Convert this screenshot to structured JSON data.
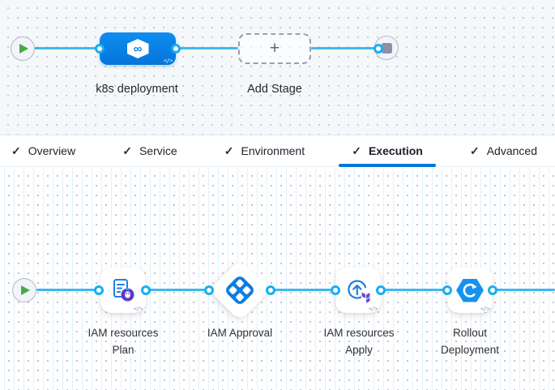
{
  "icons": {
    "check": "✓",
    "plus": "+",
    "code_badge": "</>",
    "pipeline_infinity": "∞"
  },
  "colors": {
    "accent_blue": "#0278d5",
    "line_blue": "#3db9f0",
    "stage_node_blue": "#0a84ea",
    "play_green": "#42ab45",
    "terraform_purple": "#6a4bd1",
    "approval_blue": "#0b7de2",
    "rollout_blue": "#1493ee"
  },
  "stage_canvas": {
    "start_node": {
      "icon": "play-icon"
    },
    "end_node": {
      "icon": "stop-icon"
    },
    "stages": [
      {
        "label": "k8s deployment",
        "type": "deployment-stage",
        "icon": "harness-pipeline-icon",
        "has_code_badge": true
      },
      {
        "label": "Add Stage",
        "type": "add-stage-placeholder",
        "icon": "plus-icon"
      }
    ]
  },
  "tab_bar": {
    "tabs": [
      {
        "label": "Overview",
        "checked": true,
        "active": false
      },
      {
        "label": "Service",
        "checked": true,
        "active": false
      },
      {
        "label": "Environment",
        "checked": true,
        "active": false
      },
      {
        "label": "Execution",
        "checked": true,
        "active": true
      },
      {
        "label": "Advanced",
        "checked": true,
        "active": false
      }
    ]
  },
  "execution_canvas": {
    "start_node": {
      "icon": "play-icon"
    },
    "steps": [
      {
        "label": "IAM resources Plan",
        "icon": "terraform-plan-icon",
        "shape": "card",
        "has_code_badge": true
      },
      {
        "label": "IAM Approval",
        "icon": "approval-grid-icon",
        "shape": "diamond",
        "has_code_badge": false
      },
      {
        "label": "IAM resources Apply",
        "icon": "terraform-apply-icon",
        "shape": "card",
        "has_code_badge": true
      },
      {
        "label": "Rollout Deployment",
        "icon": "rollout-deployment-icon",
        "shape": "card",
        "has_code_badge": true
      }
    ]
  }
}
